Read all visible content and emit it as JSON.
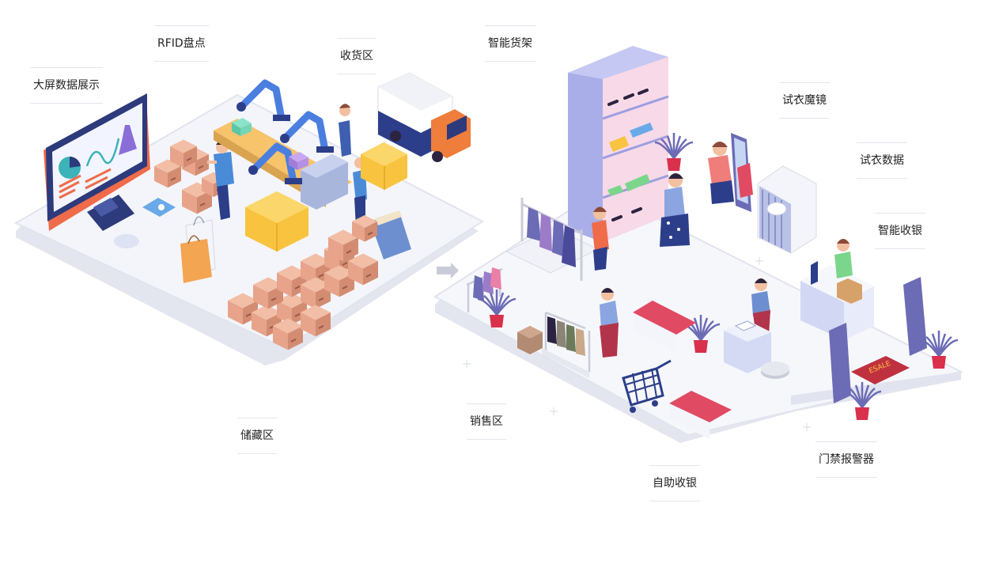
{
  "labels": {
    "big_screen": "大屏数据展示",
    "rfid": "RFID盘点",
    "receiving": "收货区",
    "smart_shelf": "智能货架",
    "fitting_mirror": "试衣魔镜",
    "fitting_data": "试衣数据",
    "smart_cashier": "智能收银",
    "storage": "储藏区",
    "sales": "销售区",
    "self_checkout": "自助收银",
    "gate_alarm": "门禁报警器"
  },
  "colors": {
    "platform": "#eef0f6",
    "platform_edge": "#dfe2ec",
    "box": "#e7a48a",
    "box_dark": "#c97f68",
    "yellow": "#f8c33f",
    "navy": "#2c3e8a",
    "purple": "#6c6bb5",
    "red": "#d94b5c",
    "pink": "#e57b8c",
    "orange": "#ef7d3c"
  },
  "screen_icons": [
    "pie-chart-icon",
    "line-chart-icon",
    "dress-icon"
  ],
  "mat_text": "ESALE"
}
